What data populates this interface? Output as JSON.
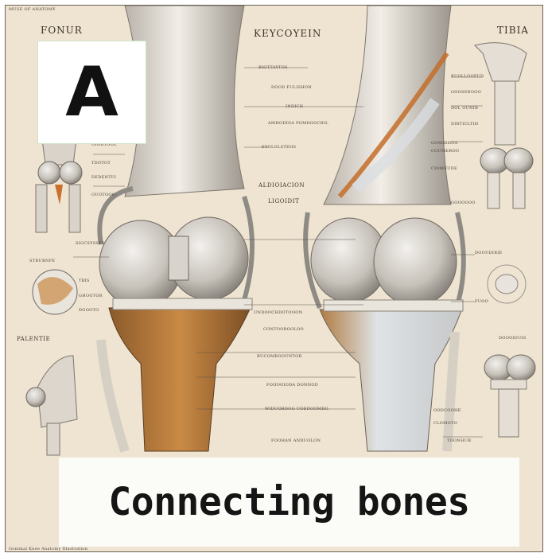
{
  "poster": {
    "header_small": "MUSE OF ANATOMY",
    "footer_small": "Gonimal Knee Anatomy Illustration",
    "titles": {
      "femur": "FONUR",
      "center": "KEYCOYEIN",
      "tibia": "TIBIA",
      "patella": "PALENTIE"
    },
    "center_labels": [
      "BIOTTAYTOS",
      "DOOD\nFULISHON",
      "INDICH",
      "AMHODDIA\nPOMDOOCRIL",
      "EYOLOLSTEHS",
      "ALDIOIACION",
      "LIGOIDIT",
      "UNDOOCHDOTOOON",
      "CONTOOBOOLOO",
      "BUCOMBOOUNTOR",
      "FOIIOOIODA\nDONNOD",
      "WIDUOBDOG\nUOEDOOMDO",
      "FOOHAN\nANDUOLON"
    ],
    "left_labels": [
      "STRURNPE",
      "OINDTOOL",
      "TDOTOT",
      "DEDENTIU",
      "OUOTOOO",
      "SIGCSYSSES",
      "TBIS",
      "GHOOTOR",
      "DOOOTO"
    ],
    "right_labels": [
      "BUOLLOOPUD",
      "GOOSEBOOO",
      "DOL OUNIB",
      "DIRTICLTIH",
      "GOMIDHOA",
      "COUMEROO",
      "CIOMEUDE",
      "GOOOOOO",
      "DOOUDIRIE",
      "FUOO",
      "DOOOIDUIS",
      "OODCOOHE",
      "CLOMOTO",
      "TOONHUB"
    ]
  },
  "badge": {
    "letter": "A"
  },
  "banner": {
    "caption": "Connecting bones"
  },
  "colors": {
    "paper": "#efe4d2",
    "bone_light": "#e6e0d6",
    "bone_shadow": "#a9a39a",
    "condyle": "#c8c4bd",
    "tibia_brown": "#b07a3f",
    "ligament": "#d7dde2"
  }
}
